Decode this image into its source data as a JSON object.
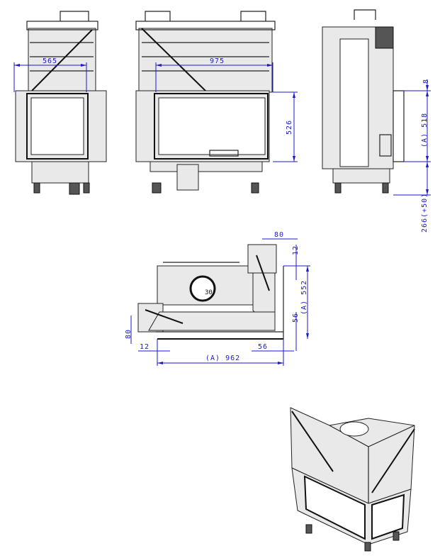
{
  "front_view_narrow": {
    "width_dim": "565"
  },
  "front_view_wide": {
    "width_dim": "975",
    "height_dim": "526"
  },
  "side_view": {
    "top_dim": "8",
    "height_dim": "(A) 518",
    "legs_dim": "266(+50)"
  },
  "top_view": {
    "top_offset_dim": "80",
    "top_gap_dim": "12",
    "depth_dim": "(A) 552",
    "right_bottom_dim": "56",
    "left_offset_dim": "80",
    "left_gap_dim": "12",
    "bottom_right_dim": "56",
    "width_dim": "(A) 962",
    "flue_angle": "30°"
  },
  "colors": {
    "dimension": "#1a1ad0",
    "line": "#222222"
  }
}
